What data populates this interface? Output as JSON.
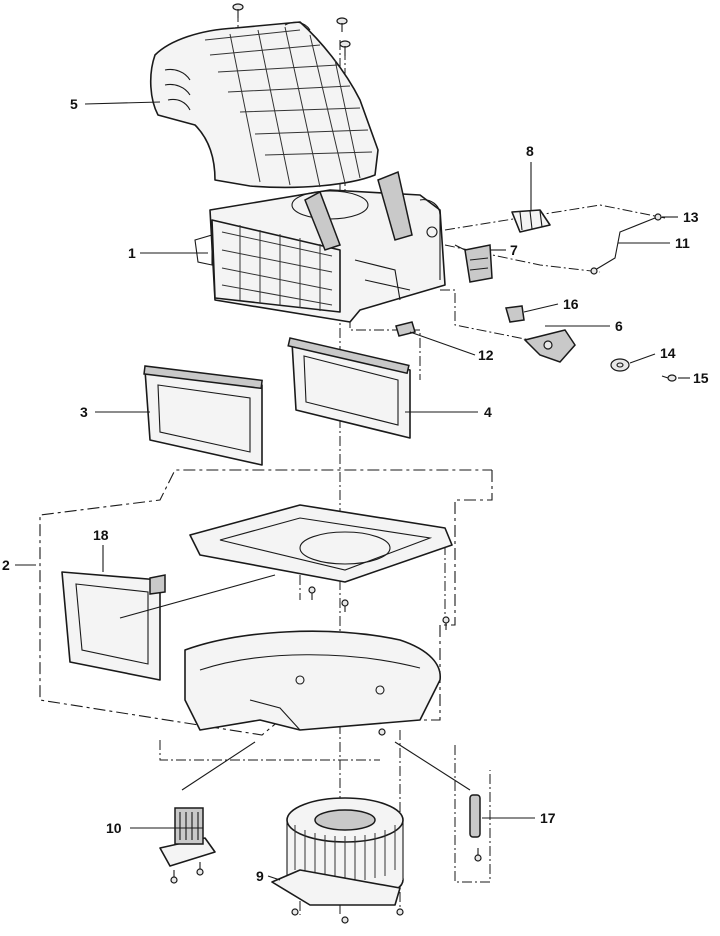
{
  "labels": {
    "p1": "1",
    "p2": "2",
    "p3": "3",
    "p4": "4",
    "p5": "5",
    "p6": "6",
    "p7": "7",
    "p8": "8",
    "p9": "9",
    "p10": "10",
    "p11": "11",
    "p12": "12",
    "p13": "13",
    "p14": "14",
    "p15": "15",
    "p16": "16",
    "p17": "17",
    "p18": "18"
  }
}
